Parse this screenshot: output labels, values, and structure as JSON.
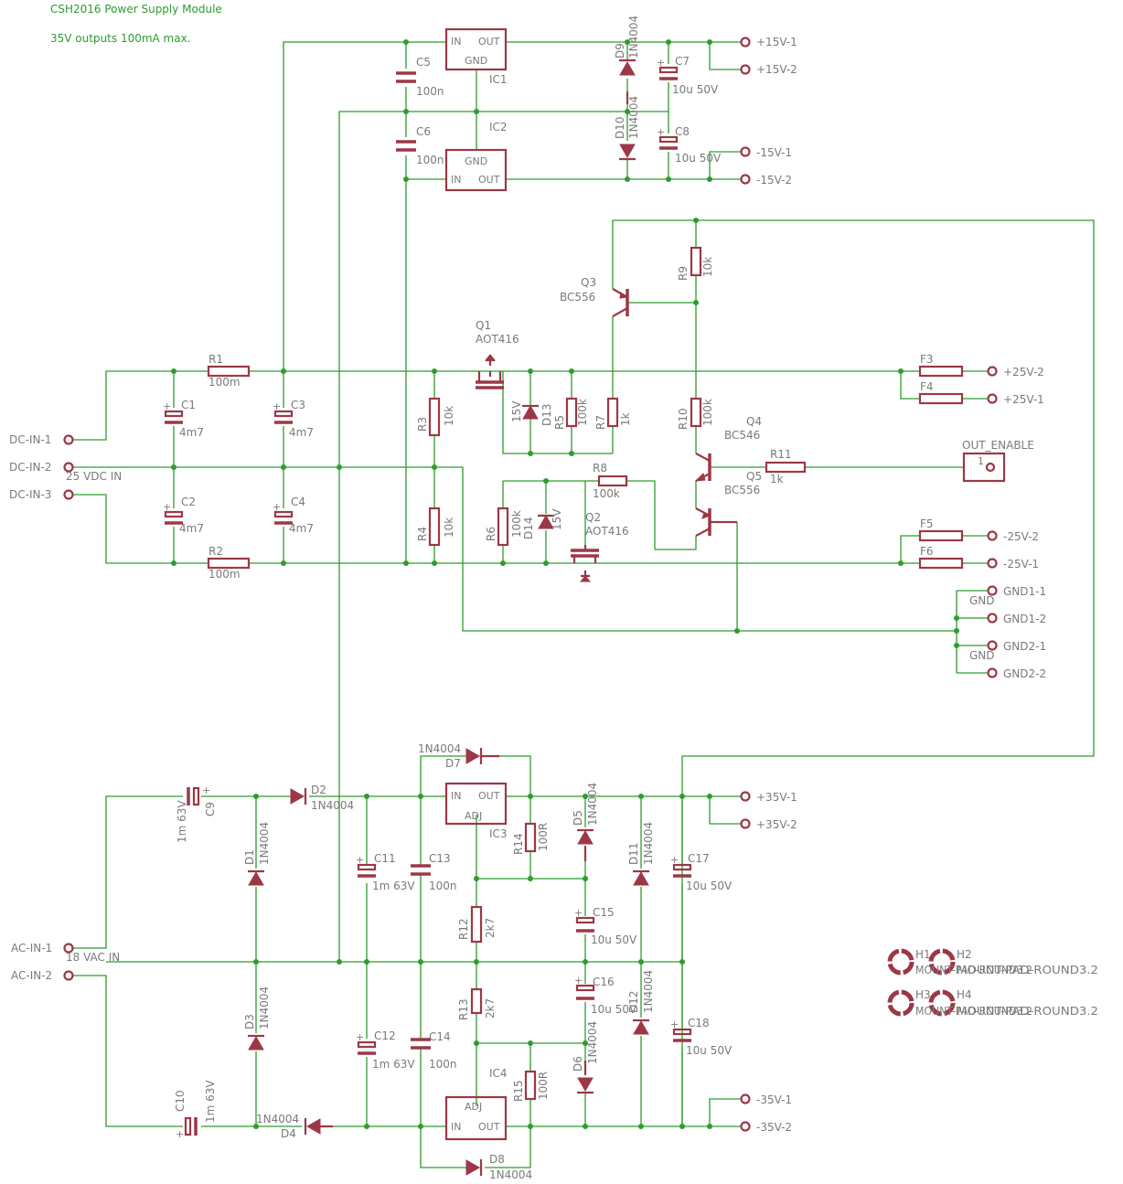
{
  "header": {
    "title": "CSH2016 Power Supply Module",
    "subtitle": "35V outputs 100mA max."
  },
  "connectors": {
    "dc_in_1": "DC-IN-1",
    "dc_in_2": "DC-IN-2",
    "dc_in_3": "DC-IN-3",
    "dc_in_note": "25 VDC IN",
    "ac_in_1": "AC-IN-1",
    "ac_in_2": "AC-IN-2",
    "ac_in_note": "18 VAC IN",
    "p15_1": "+15V-1",
    "p15_2": "+15V-2",
    "m15_1": "-15V-1",
    "m15_2": "-15V-2",
    "p25_1": "+25V-1",
    "p25_2": "+25V-2",
    "m25_1": "-25V-1",
    "m25_2": "-25V-2",
    "gnd1_1": "GND1-1",
    "gnd1_2": "GND1-2",
    "gnd2_1": "GND2-1",
    "gnd2_2": "GND2-2",
    "gnd_a": "GND",
    "gnd_b": "GND",
    "p35_1": "+35V-1",
    "p35_2": "+35V-2",
    "m35_1": "-35V-1",
    "m35_2": "-35V-2",
    "out_enable": "OUT_ENABLE",
    "out_enable_pin": "1"
  },
  "ic": {
    "in": "IN",
    "out": "OUT",
    "gnd": "GND",
    "adj": "ADJ",
    "ic1": "IC1",
    "ic2": "IC2",
    "ic3": "IC3",
    "ic4": "IC4"
  },
  "parts": {
    "c5": "C5",
    "c5v": "100n",
    "c6": "C6",
    "c6v": "100n",
    "c7": "C7",
    "c7v": "10u 50V",
    "c8": "C8",
    "c8v": "10u 50V",
    "d9": "D9",
    "d9v": "1N4004",
    "d10": "D10",
    "d10v": "1N4004",
    "c1": "C1",
    "c1v": "4m7",
    "c2": "C2",
    "c2v": "4m7",
    "c3": "C3",
    "c3v": "4m7",
    "c4": "C4",
    "c4v": "4m7",
    "r1": "R1",
    "r1v": "100m",
    "r2": "R2",
    "r2v": "100m",
    "r3": "R3",
    "r3v": "10k",
    "r4": "R4",
    "r4v": "10k",
    "q1": "Q1",
    "q1v": "AOT416",
    "q2": "Q2",
    "q2v": "AOT416",
    "q3": "Q3",
    "q3v": "BC556",
    "q4": "Q4",
    "q4v": "BC546",
    "q5": "Q5",
    "q5v": "BC556",
    "d13": "D13",
    "d13v": "15V",
    "d14": "D14",
    "d14v": "15V",
    "r5": "R5",
    "r5v": "100k",
    "r6": "R6",
    "r6v": "100k",
    "r7": "R7",
    "r7v": "1k",
    "r8": "R8",
    "r8v": "100k",
    "r9": "R9",
    "r9v": "10k",
    "r10": "R10",
    "r10v": "100k",
    "r11": "R11",
    "r11v": "1k",
    "f3": "F3",
    "f4": "F4",
    "f5": "F5",
    "f6": "F6",
    "c9": "C9",
    "c9v": "1m 63V",
    "c10": "C10",
    "c10v": "1m 63V",
    "d1": "D1",
    "d1v": "1N4004",
    "d2": "D2",
    "d2v": "1N4004",
    "d3": "D3",
    "d3v": "1N4004",
    "d4": "D4",
    "d4v": "1N4004",
    "d5": "D5",
    "d5v": "1N4004",
    "d6": "D6",
    "d6v": "1N4004",
    "d7": "D7",
    "d7v": "1N4004",
    "d8": "D8",
    "d8v": "1N4004",
    "d11": "D11",
    "d11v": "1N4004",
    "d12": "D12",
    "d12v": "1N4004",
    "c11": "C11",
    "c11v": "1m 63V",
    "c12": "C12",
    "c12v": "1m 63V",
    "c13": "C13",
    "c13v": "100n",
    "c14": "C14",
    "c14v": "100n",
    "c15": "C15",
    "c15v": "10u 50V",
    "c16": "C16",
    "c16v": "10u 50V",
    "c17": "C17",
    "c17v": "10u 50V",
    "c18": "C18",
    "c18v": "10u 50V",
    "r12": "R12",
    "r12v": "2k7",
    "r13": "R13",
    "r13v": "2k7",
    "r14": "R14",
    "r14v": "100R",
    "r15": "R15",
    "r15v": "100R"
  },
  "mounting": {
    "h1": "H1",
    "h2": "H2",
    "h3": "H3",
    "h4": "H4",
    "mount_text": "MOUNT-PAD-ROUND3.2"
  },
  "colors": {
    "wire": "#2e9c2e",
    "part": "#9c3846",
    "label": "#7a7a7a"
  }
}
